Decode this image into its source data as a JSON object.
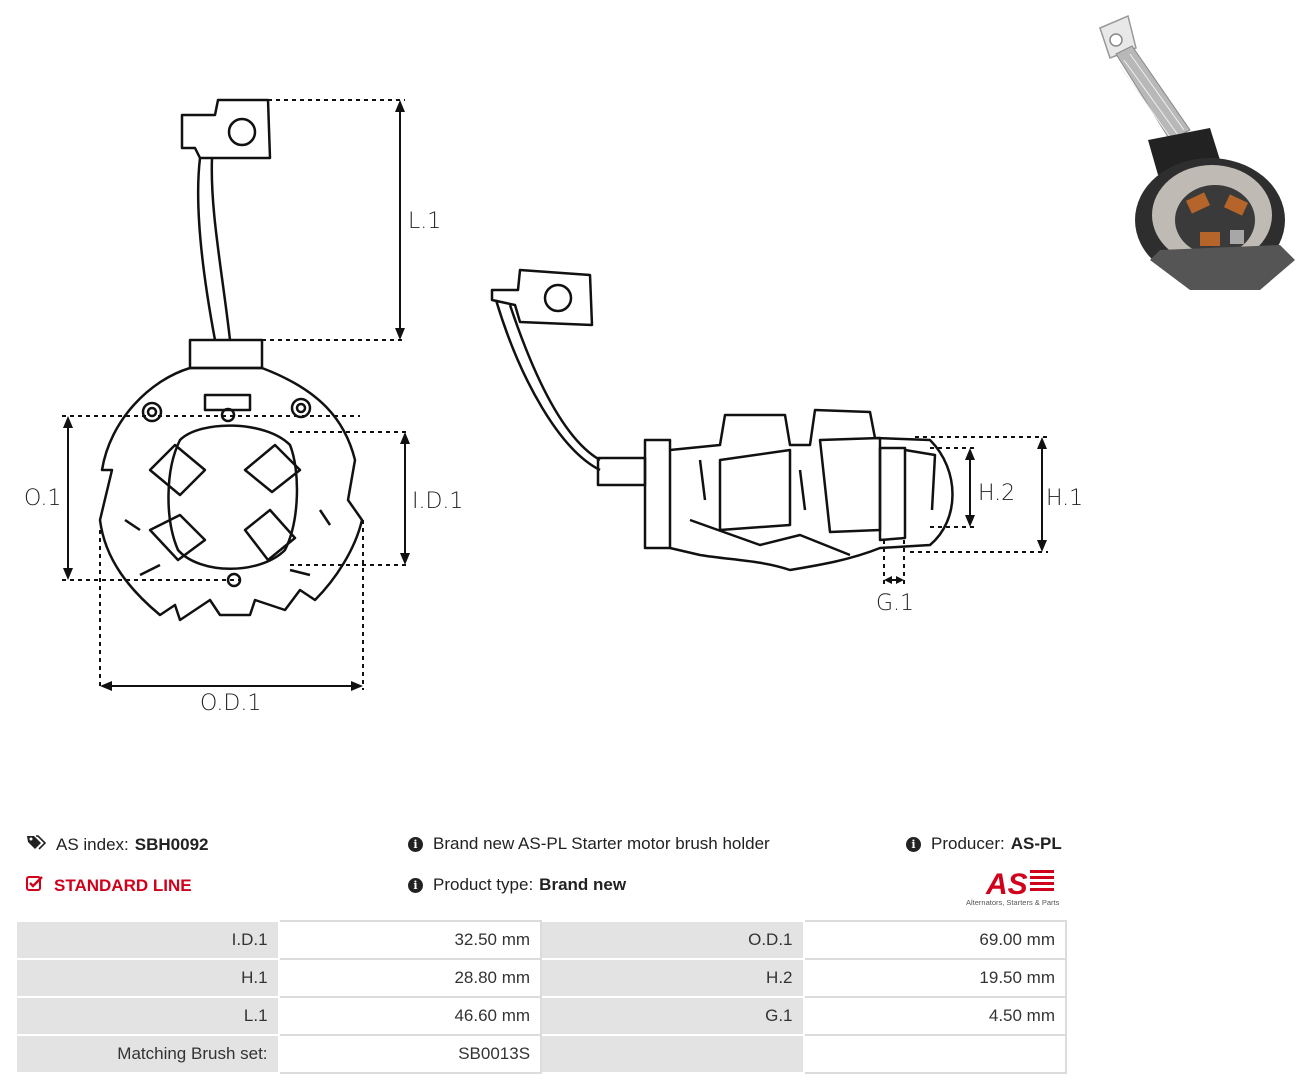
{
  "drawing": {
    "labels": {
      "l1": "L.1",
      "o1": "O.1",
      "id1": "I.D.1",
      "od1": "O.D.1",
      "h1": "H.1",
      "h2": "H.2",
      "g1": "G.1"
    }
  },
  "info": {
    "as_index_label": "AS index:",
    "as_index_value": "SBH0092",
    "line": "STANDARD LINE",
    "description": "Brand new AS-PL Starter motor brush holder",
    "product_type_label": "Product type:",
    "product_type_value": "Brand new",
    "producer_label": "Producer:",
    "producer_value": "AS-PL",
    "logo_tagline": "Alternators, Starters & Parts"
  },
  "specs": [
    [
      {
        "k": "I.D.1",
        "v": "32.50 mm"
      },
      {
        "k": "O.D.1",
        "v": "69.00 mm"
      }
    ],
    [
      {
        "k": "H.1",
        "v": "28.80 mm"
      },
      {
        "k": "H.2",
        "v": "19.50 mm"
      }
    ],
    [
      {
        "k": "L.1",
        "v": "46.60 mm"
      },
      {
        "k": "G.1",
        "v": "4.50 mm"
      }
    ],
    [
      {
        "k": "Matching Brush set:",
        "v": "SB0013S"
      },
      {
        "k": "",
        "v": ""
      }
    ]
  ],
  "colors": {
    "accent": "#d0021b",
    "table_key_bg": "#e3e3e3",
    "table_border": "#dcdcdc"
  }
}
